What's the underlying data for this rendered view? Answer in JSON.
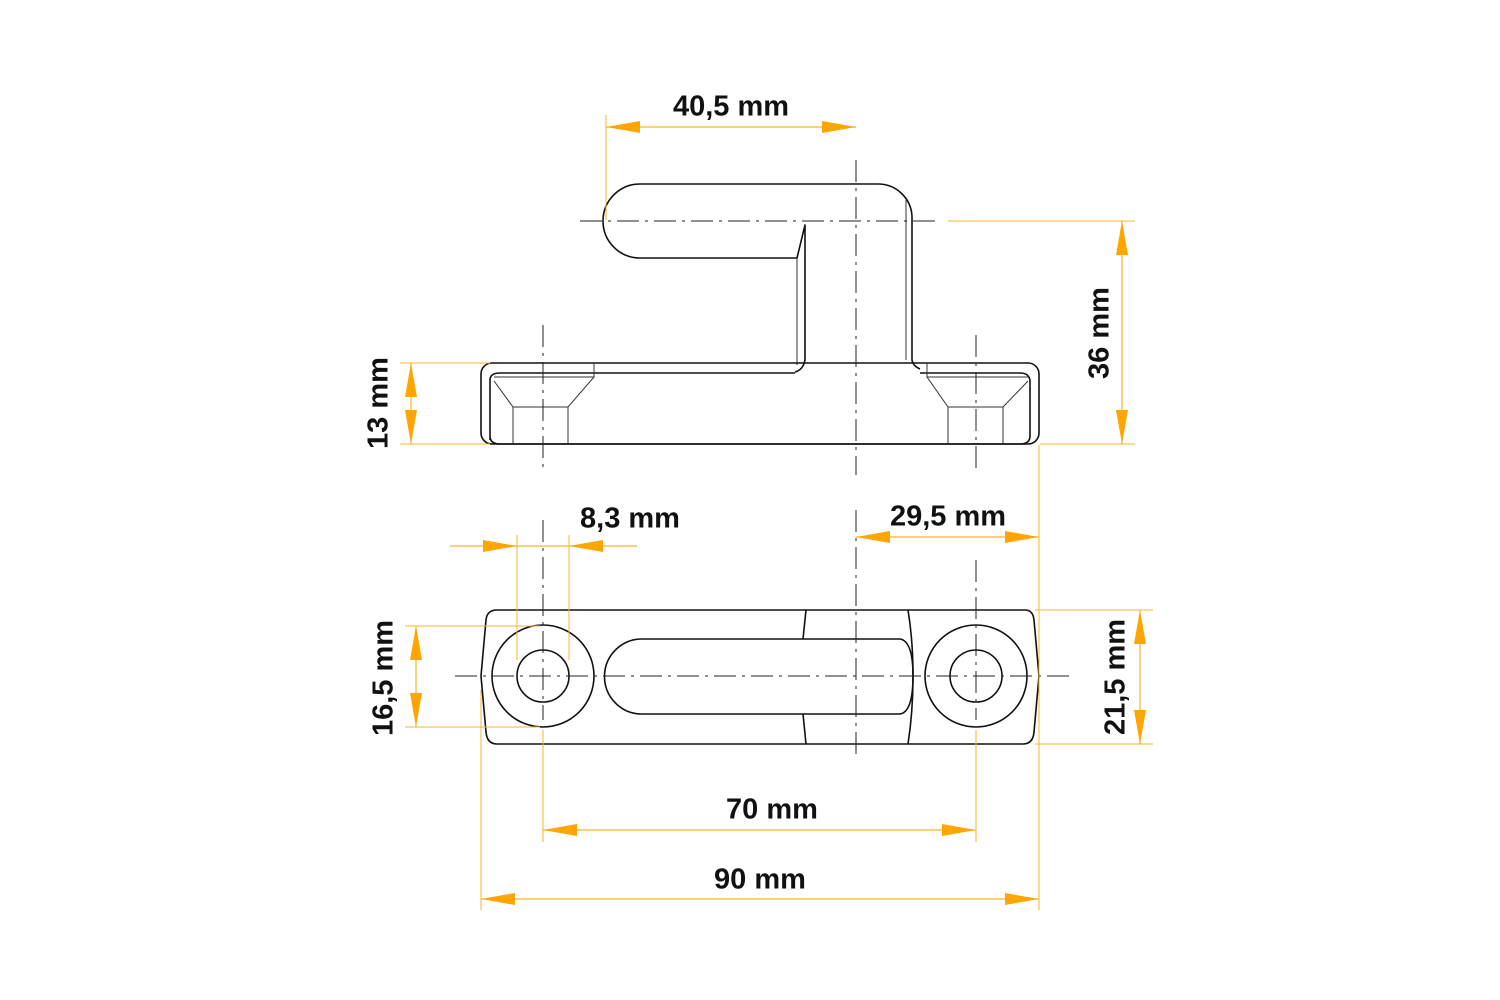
{
  "colors": {
    "dimension": "#ffa500",
    "outline": "#111111"
  },
  "dimensions": {
    "hook_offset": "40,5 mm",
    "height": "36 mm",
    "base_thickness": "13 mm",
    "hole_diameter": "8,3 mm",
    "center_to_edge": "29,5 mm",
    "boss_diameter": "16,5 mm",
    "width": "21,5 mm",
    "hole_spacing": "70 mm",
    "length": "90 mm"
  }
}
